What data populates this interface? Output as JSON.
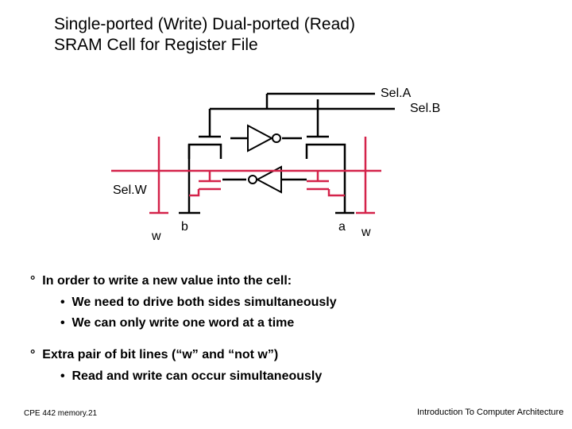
{
  "title": {
    "line1": "Single-ported (Write) Dual-ported (Read)",
    "line2": "SRAM Cell for Register File"
  },
  "diagram": {
    "sel_a": "Sel.A",
    "sel_b": "Sel.B",
    "sel_w": "Sel.W",
    "w_left": "w",
    "b": "b",
    "a": "a",
    "w_right": "w",
    "colors": {
      "write_path": "#d4234a",
      "read_path": "#000000"
    }
  },
  "bullets": {
    "point1": "In order to write a new value into the cell:",
    "point1_sub1": "We need to drive both sides simultaneously",
    "point1_sub2": "We can only write one word at a time",
    "point2": "Extra pair of bit lines (“w” and “not w”)",
    "point2_sub1": "Read and write can occur simultaneously",
    "marker": "°",
    "sub_marker": "•"
  },
  "footer": {
    "left": "CPE 442  memory.21",
    "right": "Introduction To Computer Architecture"
  }
}
